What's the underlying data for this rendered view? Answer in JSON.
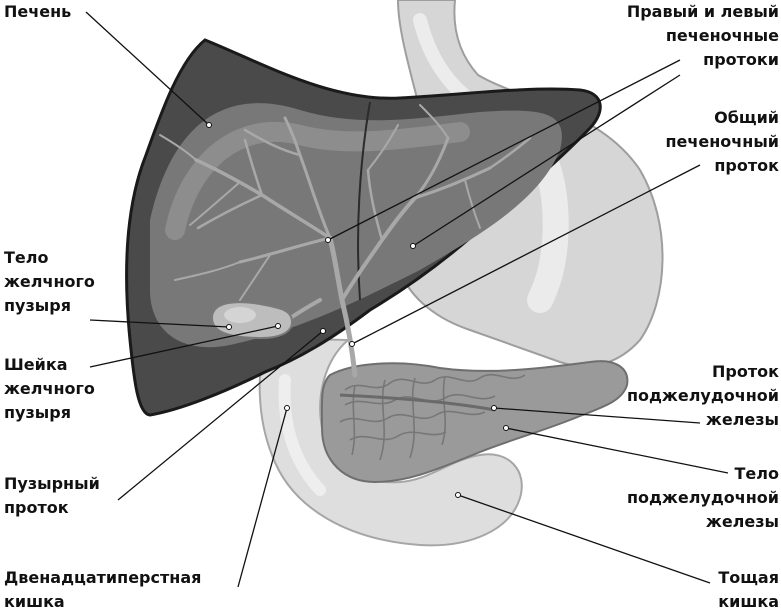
{
  "labels": {
    "liver": [
      "Печень"
    ],
    "hepatic_ducts": [
      "Правый и левый",
      "печеночные",
      "протоки"
    ],
    "common_hepatic_duct": [
      "Общий",
      "печеночный",
      "проток"
    ],
    "gallbladder_body": [
      "Тело",
      "желчного",
      "пузыря"
    ],
    "gallbladder_neck": [
      "Шейка",
      "желчного",
      "пузыря"
    ],
    "cystic_duct": [
      "Пузырный",
      "проток"
    ],
    "duodenum": [
      "Двенадцатиперстная",
      "кишка"
    ],
    "pancreatic_duct": [
      "Проток",
      "поджелудочной",
      "железы"
    ],
    "pancreas_body": [
      "Тело",
      "поджелудочной",
      "железы"
    ],
    "jejunum": [
      "Тощая",
      "кишка"
    ]
  }
}
